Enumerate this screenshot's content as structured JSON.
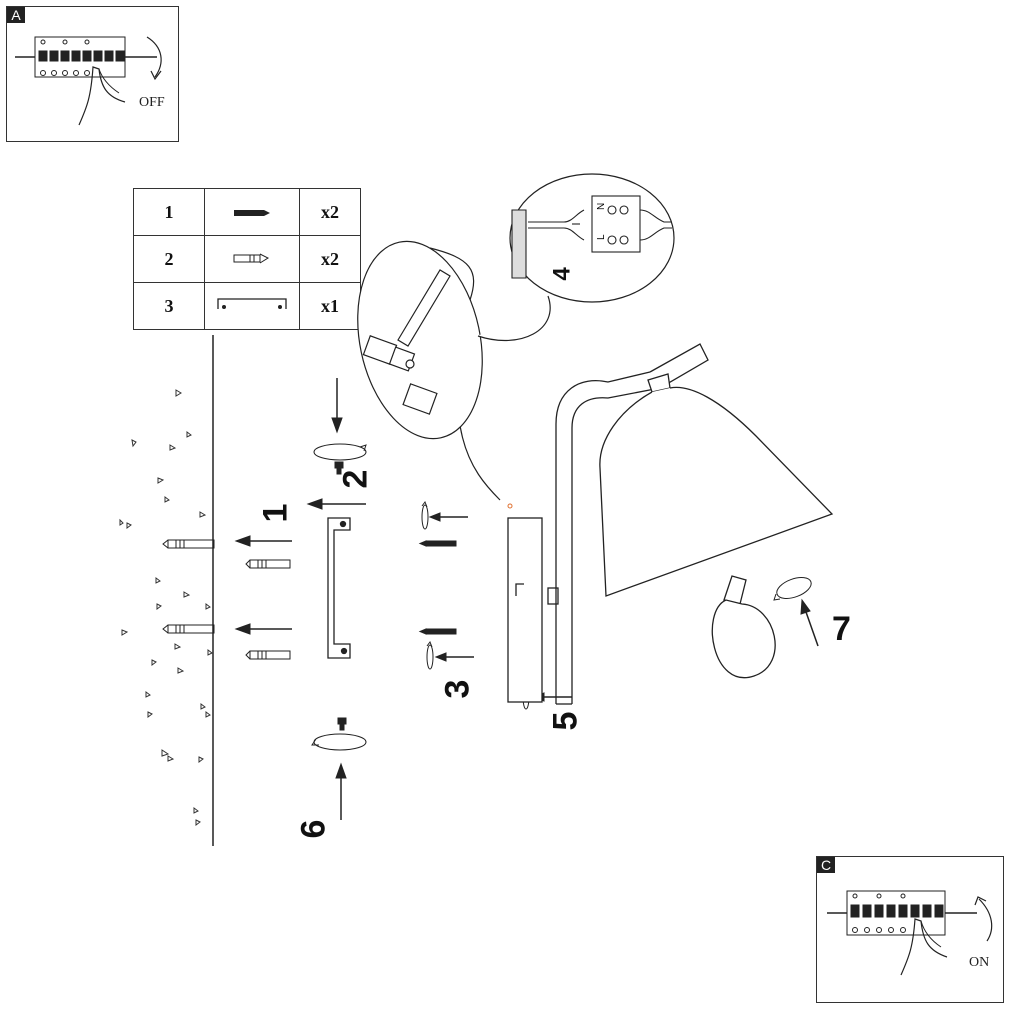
{
  "panel_a": {
    "tag": "A",
    "state": "OFF"
  },
  "panel_c": {
    "tag": "C",
    "state": "ON"
  },
  "parts": [
    {
      "number": "1",
      "icon": "screw-icon",
      "quantity": "x2"
    },
    {
      "number": "2",
      "icon": "wall-plug-icon",
      "quantity": "x2"
    },
    {
      "number": "3",
      "icon": "mounting-bracket-icon",
      "quantity": "x1"
    }
  ],
  "steps": {
    "s1": "1",
    "s2": "2",
    "s3": "3",
    "s4": "4",
    "s5": "5",
    "s6": "6",
    "s7": "7"
  },
  "wiring": {
    "n": "N",
    "l": "L"
  }
}
